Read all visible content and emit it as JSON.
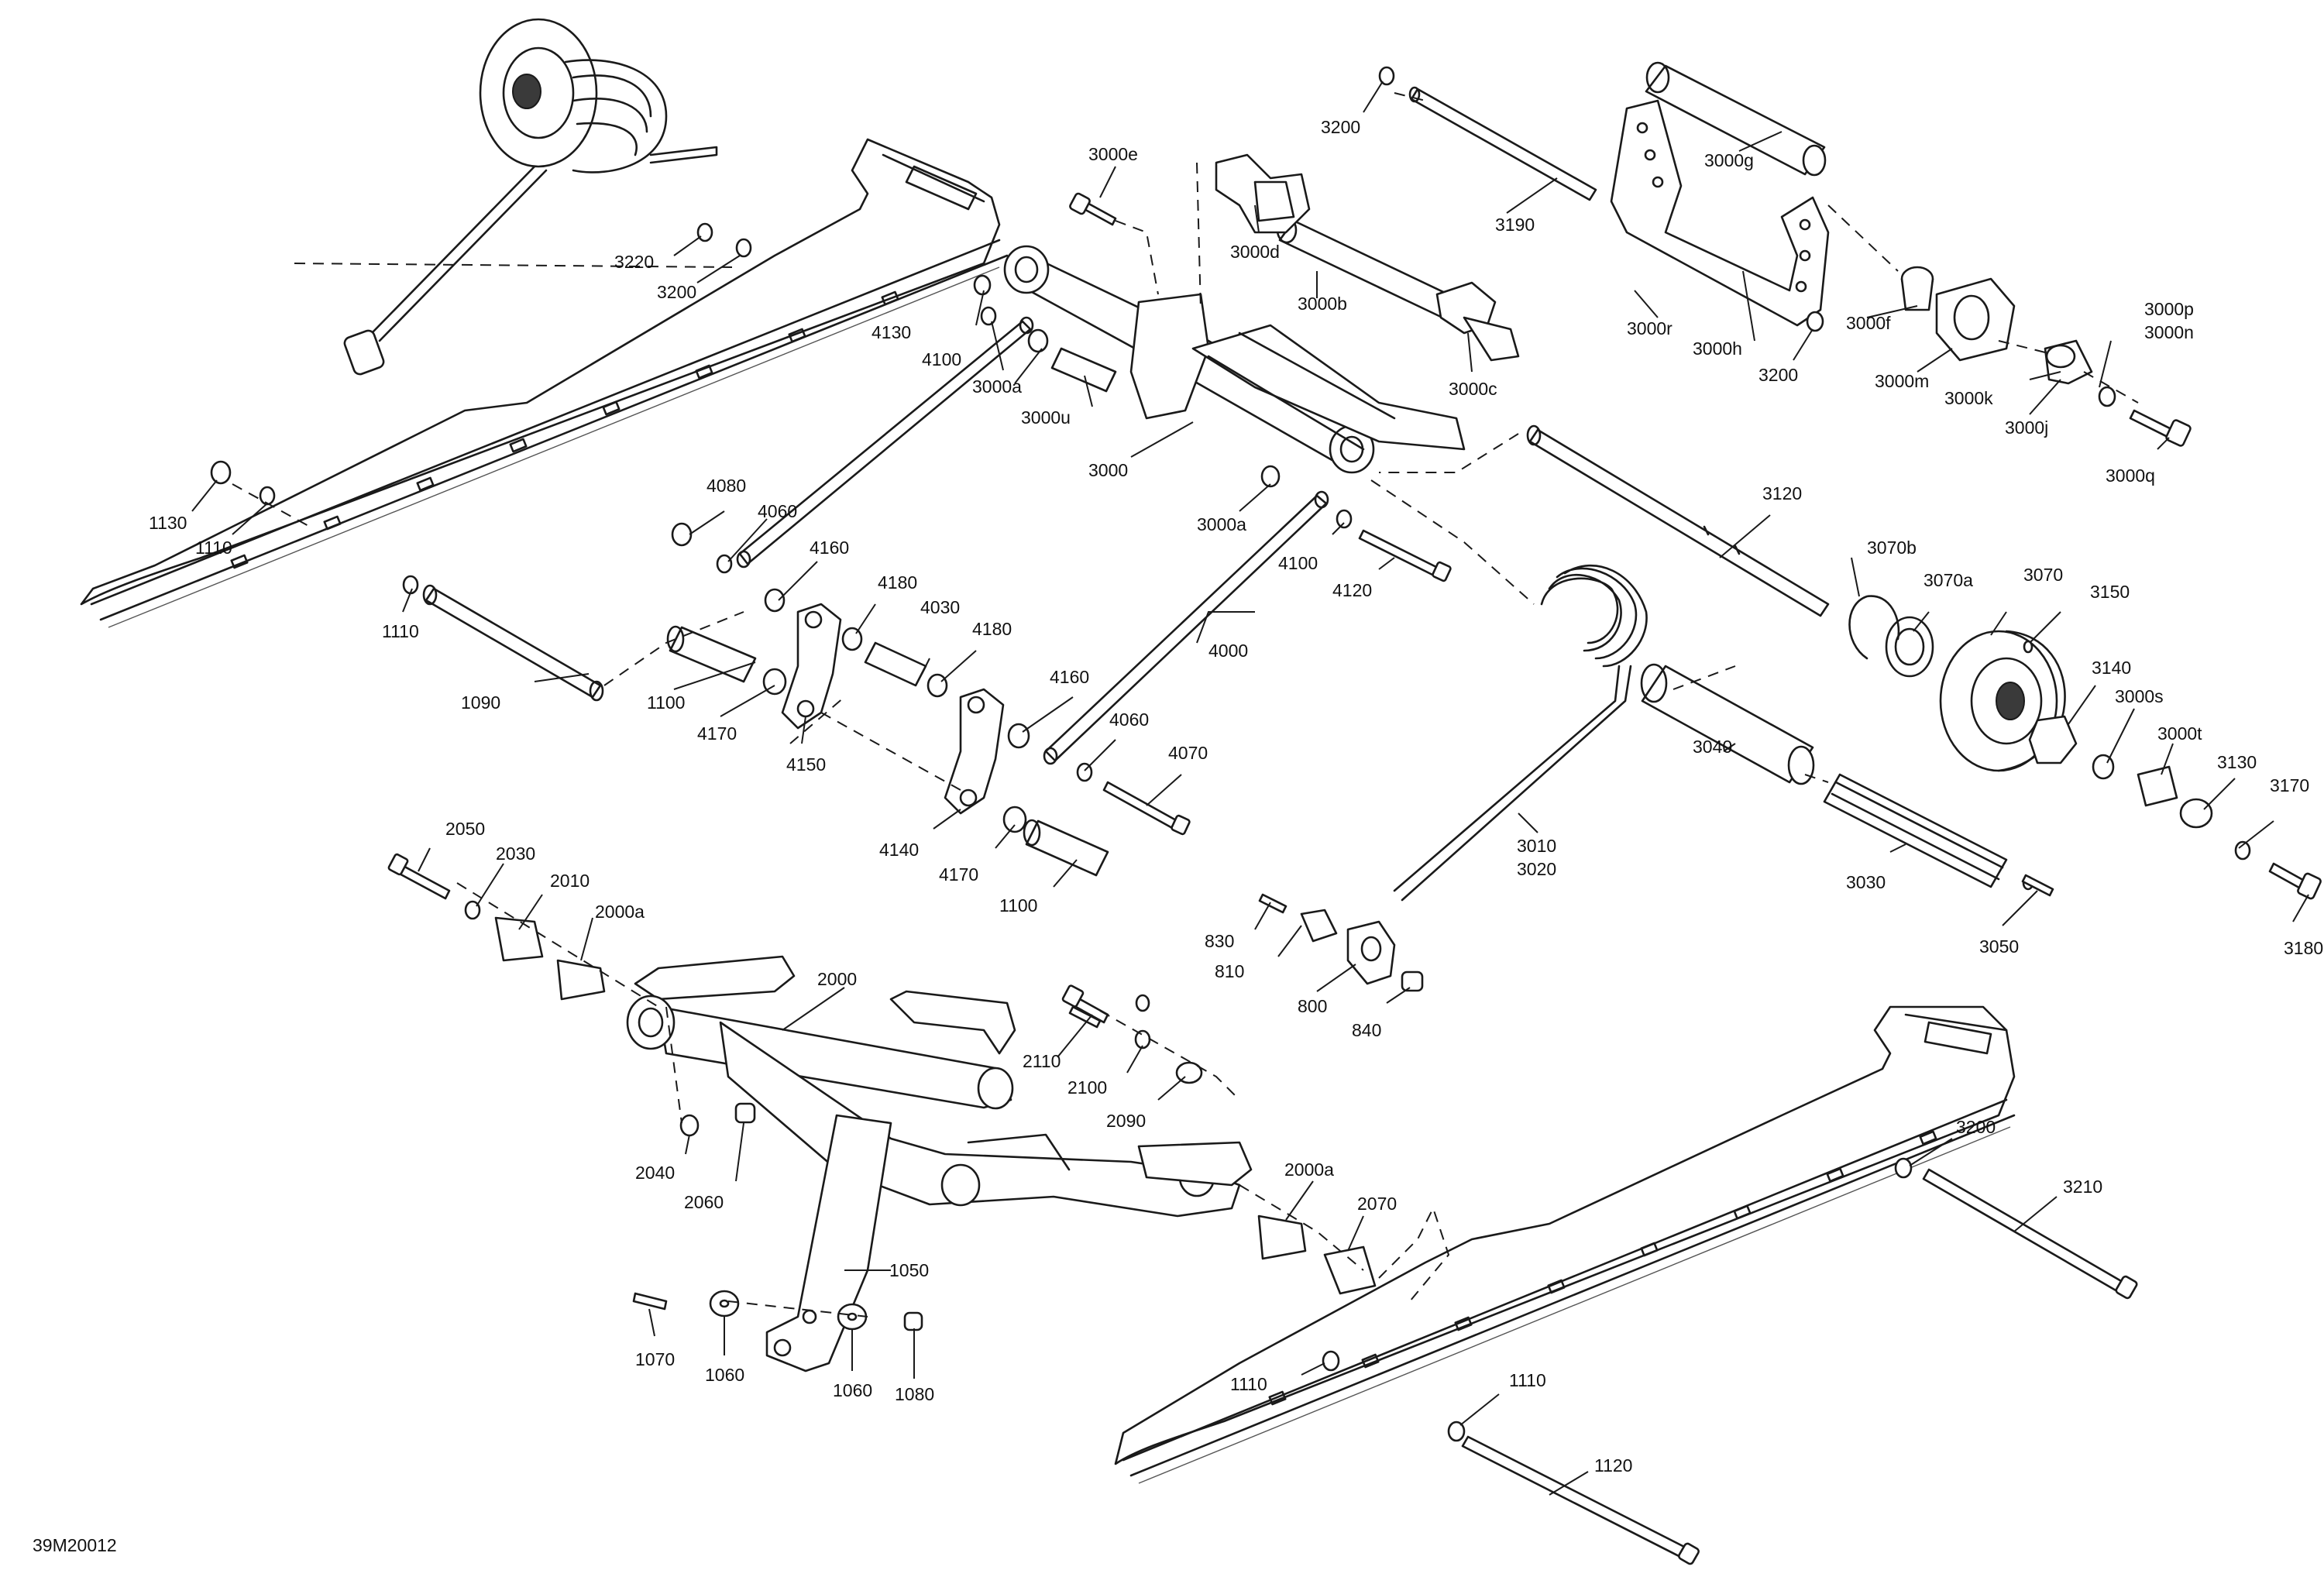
{
  "reference": "39M20012",
  "callouts": [
    {
      "id": "c3200a",
      "text": "3200"
    },
    {
      "id": "c3190",
      "text": "3190"
    },
    {
      "id": "c3000g",
      "text": "3000g"
    },
    {
      "id": "c3000e",
      "text": "3000e"
    },
    {
      "id": "c3000d",
      "text": "3000d"
    },
    {
      "id": "c3000b",
      "text": "3000b"
    },
    {
      "id": "c3000c",
      "text": "3000c"
    },
    {
      "id": "c3000r",
      "text": "3000r"
    },
    {
      "id": "c3000h",
      "text": "3000h"
    },
    {
      "id": "c3200b",
      "text": "3200"
    },
    {
      "id": "c3000f",
      "text": "3000f"
    },
    {
      "id": "c3000p",
      "text": "3000p"
    },
    {
      "id": "c3000n",
      "text": "3000n"
    },
    {
      "id": "c3000m",
      "text": "3000m"
    },
    {
      "id": "c3000k",
      "text": "3000k"
    },
    {
      "id": "c3000j",
      "text": "3000j"
    },
    {
      "id": "c3000q",
      "text": "3000q"
    },
    {
      "id": "c3220",
      "text": "3220"
    },
    {
      "id": "c3200c",
      "text": "3200"
    },
    {
      "id": "c4130",
      "text": "4130"
    },
    {
      "id": "c4100a",
      "text": "4100"
    },
    {
      "id": "c3000a1",
      "text": "3000a"
    },
    {
      "id": "c3000u",
      "text": "3000u"
    },
    {
      "id": "c3000",
      "text": "3000"
    },
    {
      "id": "c1130",
      "text": "1130"
    },
    {
      "id": "c1110a",
      "text": "1110"
    },
    {
      "id": "c4080",
      "text": "4080"
    },
    {
      "id": "c4060a",
      "text": "4060"
    },
    {
      "id": "c4160a",
      "text": "4160"
    },
    {
      "id": "c3000a2",
      "text": "3000a"
    },
    {
      "id": "c4100b",
      "text": "4100"
    },
    {
      "id": "c4120",
      "text": "4120"
    },
    {
      "id": "c3120",
      "text": "3120"
    },
    {
      "id": "c3070b",
      "text": "3070b"
    },
    {
      "id": "c3070a",
      "text": "3070a"
    },
    {
      "id": "c3070",
      "text": "3070"
    },
    {
      "id": "c3150",
      "text": "3150"
    },
    {
      "id": "c1110b",
      "text": "1110"
    },
    {
      "id": "c4180a",
      "text": "4180"
    },
    {
      "id": "c4030",
      "text": "4030"
    },
    {
      "id": "c4180b",
      "text": "4180"
    },
    {
      "id": "c4000",
      "text": "4000"
    },
    {
      "id": "c3140",
      "text": "3140"
    },
    {
      "id": "c3000s",
      "text": "3000s"
    },
    {
      "id": "c1090",
      "text": "1090"
    },
    {
      "id": "c1100a",
      "text": "1100"
    },
    {
      "id": "c4170a",
      "text": "4170"
    },
    {
      "id": "c4150",
      "text": "4150"
    },
    {
      "id": "c4160b",
      "text": "4160"
    },
    {
      "id": "c4060b",
      "text": "4060"
    },
    {
      "id": "c4070",
      "text": "4070"
    },
    {
      "id": "c3040",
      "text": "3040"
    },
    {
      "id": "c3000t",
      "text": "3000t"
    },
    {
      "id": "c3130",
      "text": "3130"
    },
    {
      "id": "c3170",
      "text": "3170"
    },
    {
      "id": "c3010",
      "text": "3010"
    },
    {
      "id": "c3020",
      "text": "3020"
    },
    {
      "id": "c3030",
      "text": "3030"
    },
    {
      "id": "c4140",
      "text": "4140"
    },
    {
      "id": "c4170b",
      "text": "4170"
    },
    {
      "id": "c1100b",
      "text": "1100"
    },
    {
      "id": "c2050",
      "text": "2050"
    },
    {
      "id": "c2030",
      "text": "2030"
    },
    {
      "id": "c2010",
      "text": "2010"
    },
    {
      "id": "c2000a1",
      "text": "2000a"
    },
    {
      "id": "c830",
      "text": "830"
    },
    {
      "id": "c810",
      "text": "810"
    },
    {
      "id": "c3050",
      "text": "3050"
    },
    {
      "id": "c3180",
      "text": "3180"
    },
    {
      "id": "c2000",
      "text": "2000"
    },
    {
      "id": "c800",
      "text": "800"
    },
    {
      "id": "c840",
      "text": "840"
    },
    {
      "id": "c2110",
      "text": "2110"
    },
    {
      "id": "c2100",
      "text": "2100"
    },
    {
      "id": "c2090",
      "text": "2090"
    },
    {
      "id": "c3200d",
      "text": "3200"
    },
    {
      "id": "c3210",
      "text": "3210"
    },
    {
      "id": "c2040",
      "text": "2040"
    },
    {
      "id": "c2000a2",
      "text": "2000a"
    },
    {
      "id": "c2070",
      "text": "2070"
    },
    {
      "id": "c2060",
      "text": "2060"
    },
    {
      "id": "c1050",
      "text": "1050"
    },
    {
      "id": "c1070",
      "text": "1070"
    },
    {
      "id": "c1060a",
      "text": "1060"
    },
    {
      "id": "c1060b",
      "text": "1060"
    },
    {
      "id": "c1080",
      "text": "1080"
    },
    {
      "id": "c1110c",
      "text": "1110"
    },
    {
      "id": "c1110d",
      "text": "1110"
    },
    {
      "id": "c1120",
      "text": "1120"
    }
  ]
}
